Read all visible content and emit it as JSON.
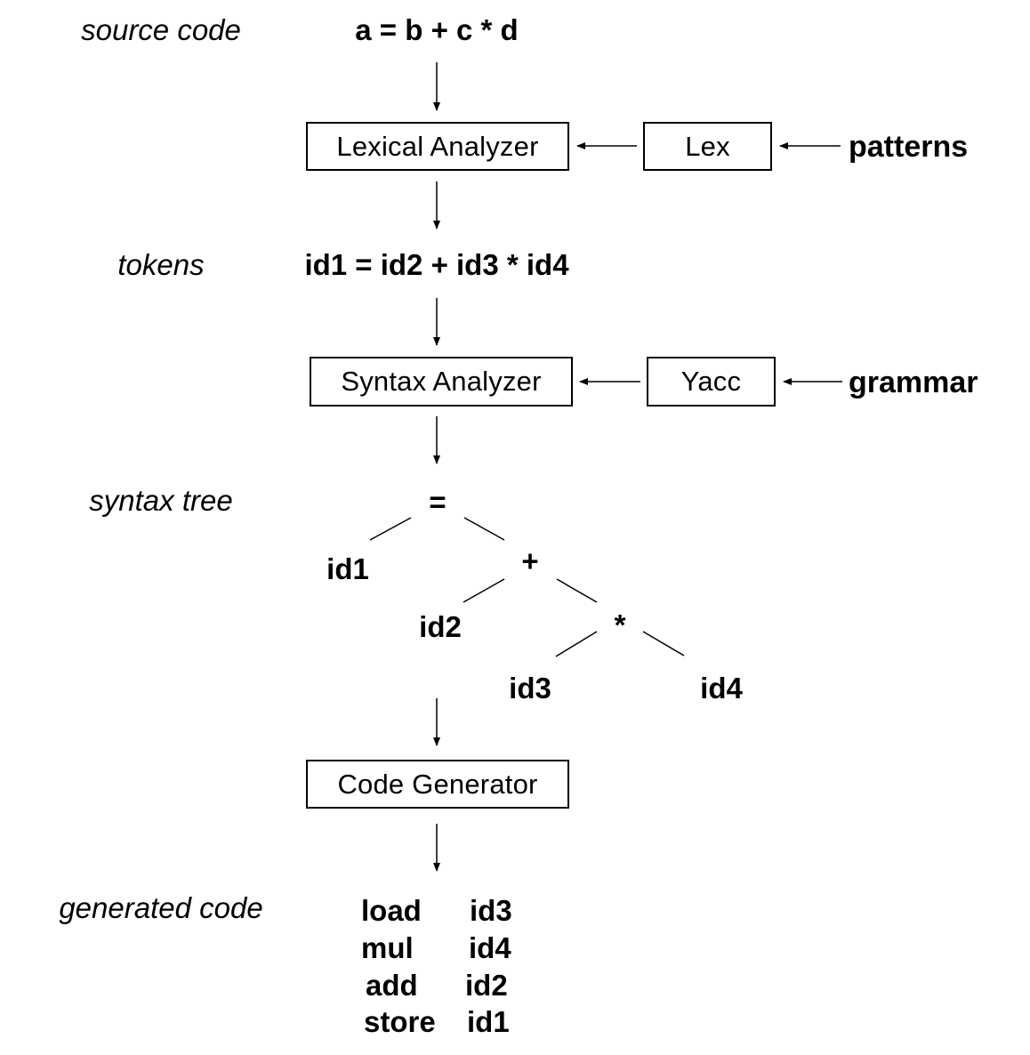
{
  "labels": {
    "source_code": "source code",
    "tokens": "tokens",
    "syntax_tree": "syntax tree",
    "generated_code": "generated code"
  },
  "source_expression": "a = b + c * d",
  "token_expression": "id1 = id2 + id3 * id4",
  "boxes": {
    "lexical_analyzer": "Lexical Analyzer",
    "lex": "Lex",
    "syntax_analyzer": "Syntax Analyzer",
    "yacc": "Yacc",
    "code_generator": "Code Generator"
  },
  "inputs": {
    "patterns": "patterns",
    "grammar": "grammar"
  },
  "tree": {
    "root": "=",
    "left": "id1",
    "plus": "+",
    "plus_left": "id2",
    "times": "*",
    "times_left": "id3",
    "times_right": "id4"
  },
  "generated_code": [
    {
      "op": "load",
      "arg": "id3"
    },
    {
      "op": "mul",
      "arg": "id4"
    },
    {
      "op": "add",
      "arg": "id2"
    },
    {
      "op": "store",
      "arg": "id1"
    }
  ]
}
